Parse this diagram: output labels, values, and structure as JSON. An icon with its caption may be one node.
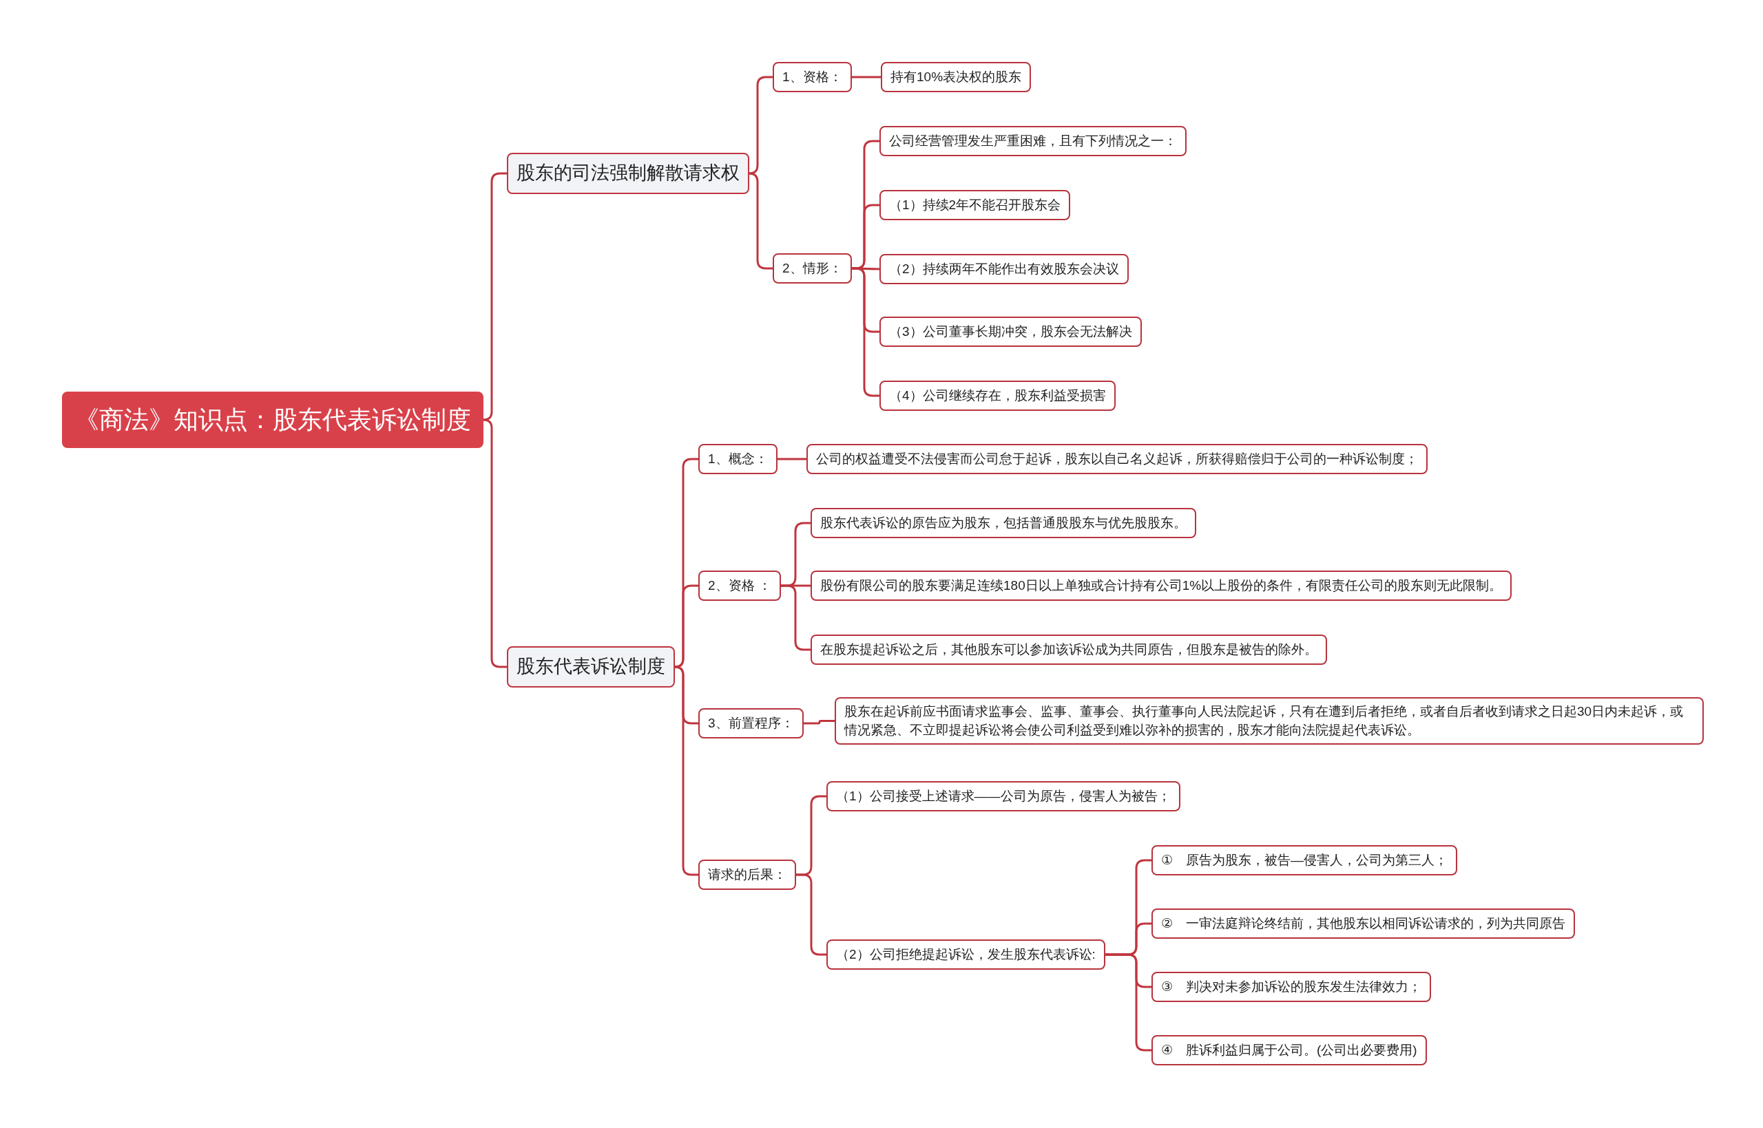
{
  "diagram": {
    "nodes": [
      {
        "text": [
          "《商法》知识点：股东代表诉讼制度"
        ]
      },
      {
        "text": [
          "股东的司法强制解散请求权"
        ]
      },
      {
        "text": [
          "1、资格："
        ]
      },
      {
        "text": [
          "持有10%表决权的股东"
        ]
      },
      {
        "text": [
          "2、情形："
        ]
      },
      {
        "text": [
          "公司经营管理发生严重困难，且有下列情况之一："
        ]
      },
      {
        "text": [
          "（1）持续2年不能召开股东会"
        ]
      },
      {
        "text": [
          "（2）持续两年不能作出有效股东会决议"
        ]
      },
      {
        "text": [
          "（3）公司董事长期冲突，股东会无法解决"
        ]
      },
      {
        "text": [
          "（4）公司继续存在，股东利益受损害"
        ]
      },
      {
        "text": [
          "股东代表诉讼制度"
        ]
      },
      {
        "text": [
          "1、概念："
        ]
      },
      {
        "text": [
          "公司的权益遭受不法侵害而公司怠于起诉，股东以自己名义起诉，所获得赔偿归于公司的一种诉讼制度；"
        ]
      },
      {
        "text": [
          "2、资格 ："
        ]
      },
      {
        "text": [
          "股东代表诉讼的原告应为股东，包括普通股股东与优先股股东。"
        ]
      },
      {
        "text": [
          "股份有限公司的股东要满足连续180日以上单独或合计持有公司1%以上股份的条件，有限责任公司的股东则无此限制。"
        ]
      },
      {
        "text": [
          "在股东提起诉讼之后，其他股东可以参加该诉讼成为共同原告，但股东是被告的除外。"
        ]
      },
      {
        "text": [
          "3、前置程序："
        ]
      },
      {
        "text": [
          "股东在起诉前应书面请求监事会、监事、董事会、执行董事向人民法院起诉，只有在遭到后者拒绝，或者自后者收到请求之日起30日内未起诉，或情况紧急、不立即提起诉讼将会使公司利益受到难以弥补的损害的，股东才能向法院提起代表诉讼。"
        ]
      },
      {
        "text": [
          "请求的后果："
        ]
      },
      {
        "text": [
          "（1）公司接受上述请求——公司为原告，侵害人为被告；"
        ]
      },
      {
        "text": [
          "（2）公司拒绝提起诉讼，发生股东代表诉讼:"
        ]
      },
      {
        "text": [
          "①　原告为股东，被告—侵害人，公司为第三人；"
        ]
      },
      {
        "text": [
          "②　一审法庭辩论终结前，其他股东以相同诉讼请求的，列为共同原告"
        ]
      },
      {
        "text": [
          "③　判决对未参加诉讼的股东发生法律效力；"
        ]
      },
      {
        "text": [
          "④　胜诉利益归属于公司。(公司出必要费用)"
        ]
      }
    ],
    "edges": [
      {
        "from": 0,
        "to": 1,
        "arrow": "none"
      },
      {
        "from": 1,
        "to": 2,
        "arrow": "none"
      },
      {
        "from": 2,
        "to": 3,
        "arrow": "none"
      },
      {
        "from": 1,
        "to": 4,
        "arrow": "none"
      },
      {
        "from": 4,
        "to": 5,
        "arrow": "none"
      },
      {
        "from": 4,
        "to": 6,
        "arrow": "none"
      },
      {
        "from": 4,
        "to": 7,
        "arrow": "none"
      },
      {
        "from": 4,
        "to": 8,
        "arrow": "none"
      },
      {
        "from": 4,
        "to": 9,
        "arrow": "none"
      },
      {
        "from": 0,
        "to": 10,
        "arrow": "none"
      },
      {
        "from": 10,
        "to": 11,
        "arrow": "none"
      },
      {
        "from": 11,
        "to": 12,
        "arrow": "none"
      },
      {
        "from": 10,
        "to": 13,
        "arrow": "none"
      },
      {
        "from": 13,
        "to": 14,
        "arrow": "none"
      },
      {
        "from": 13,
        "to": 15,
        "arrow": "none"
      },
      {
        "from": 13,
        "to": 16,
        "arrow": "none"
      },
      {
        "from": 10,
        "to": 17,
        "arrow": "none"
      },
      {
        "from": 17,
        "to": 18,
        "arrow": "none"
      },
      {
        "from": 10,
        "to": 19,
        "arrow": "none"
      },
      {
        "from": 19,
        "to": 20,
        "arrow": "none"
      },
      {
        "from": 19,
        "to": 21,
        "arrow": "none"
      },
      {
        "from": 21,
        "to": 22,
        "arrow": "none"
      },
      {
        "from": 21,
        "to": 23,
        "arrow": "none"
      },
      {
        "from": 21,
        "to": 24,
        "arrow": "none"
      },
      {
        "from": 21,
        "to": 25,
        "arrow": "none"
      }
    ]
  }
}
